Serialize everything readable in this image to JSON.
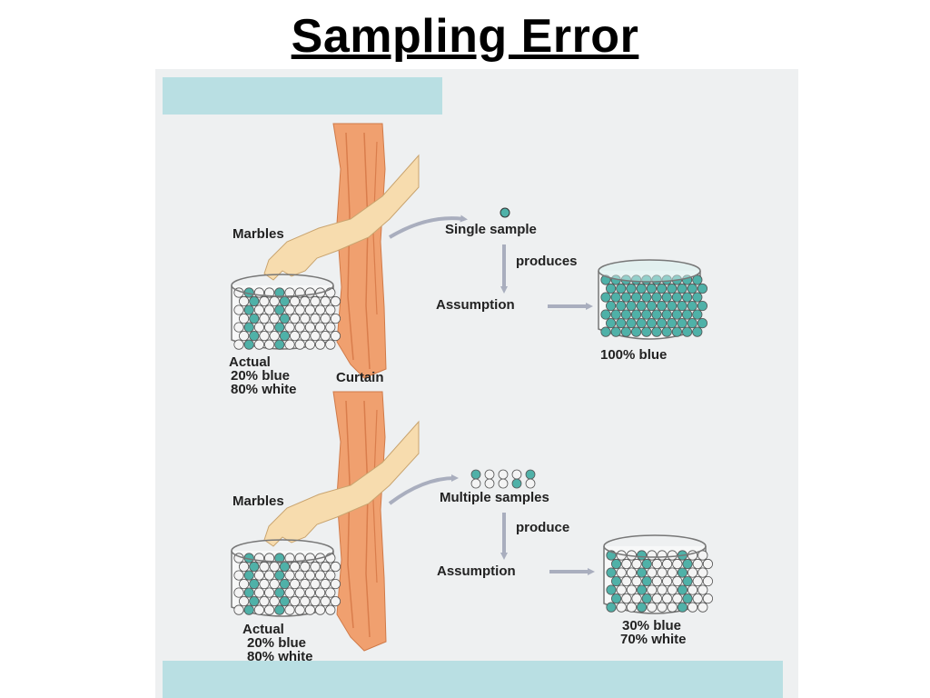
{
  "slide": {
    "title": "Sampling Error"
  },
  "colors": {
    "panel_background": "#eef0f1",
    "band": "#b9dfe3",
    "curtain": "#f0a06f",
    "skin": "#f7dcae",
    "blue_marble": "#4fb1a8",
    "white_marble": "#f4f4f4",
    "arrow": "#a9aebe"
  },
  "top_scenario": {
    "marbles_label": "Marbles",
    "actual_label": "Actual",
    "actual_blue": "20% blue",
    "actual_white": "80% white",
    "curtain_label": "Curtain",
    "sample_label": "Single sample",
    "verb_label": "produces",
    "assumption_label": "Assumption",
    "result_line1": "100% blue",
    "sample_marbles": [
      "blue"
    ]
  },
  "bottom_scenario": {
    "marbles_label": "Marbles",
    "actual_label": "Actual",
    "actual_blue": "20% blue",
    "actual_white": "80% white",
    "sample_label": "Multiple samples",
    "verb_label": "produce",
    "assumption_label": "Assumption",
    "result_line1": "30% blue",
    "result_line2": "70% white",
    "sample_marbles": [
      "blue",
      "white",
      "white",
      "white",
      "blue",
      "white",
      "white",
      "white",
      "blue",
      "white"
    ]
  }
}
